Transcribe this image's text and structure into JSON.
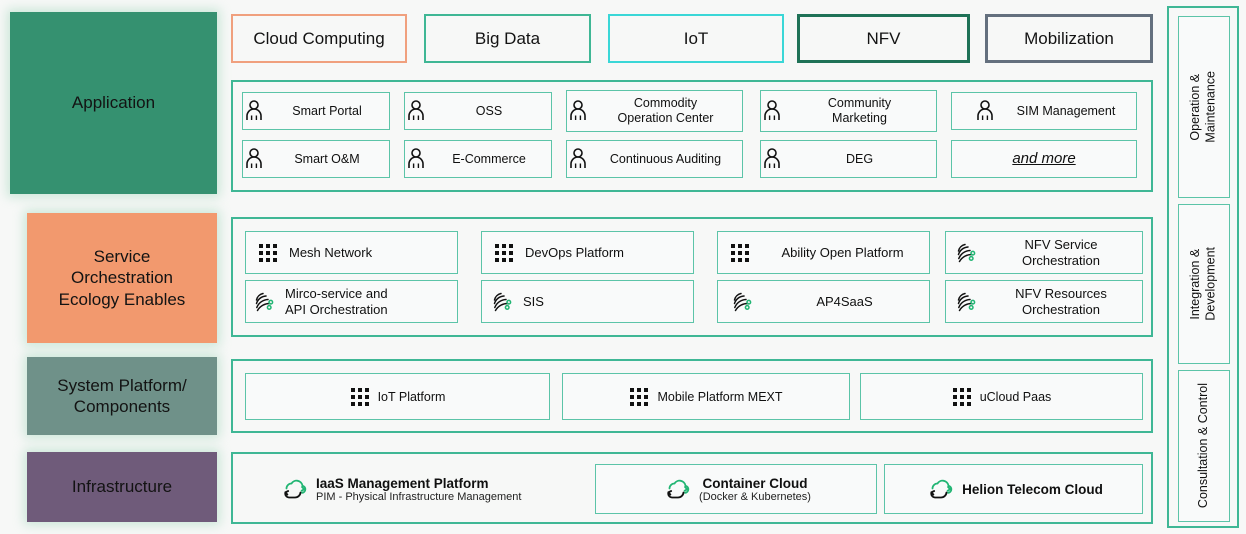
{
  "layers": [
    {
      "name": "application",
      "label": "Application"
    },
    {
      "name": "service-orchestration",
      "label": "Service\nOrchestration\nEcology Enables"
    },
    {
      "name": "system-platform",
      "label": "System Platform/\nComponents"
    },
    {
      "name": "infrastructure",
      "label": "Infrastructure"
    }
  ],
  "domain_chips": [
    {
      "label": "Cloud Computing",
      "color": "#f0a07e"
    },
    {
      "label": "Big Data",
      "color": "#3fb795"
    },
    {
      "label": "IoT",
      "color": "#3ad7d7"
    },
    {
      "label": "NFV",
      "color": "#1f7257"
    },
    {
      "label": "Mobilization",
      "color": "#64707e"
    }
  ],
  "application_items": [
    {
      "label": "Smart Portal",
      "icon": "person-icon"
    },
    {
      "label": "OSS",
      "icon": "person-icon"
    },
    {
      "label": "Commodity\nOperation Center",
      "icon": "person-icon"
    },
    {
      "label": "Community\nMarketing",
      "icon": "person-icon"
    },
    {
      "label": "SIM Management",
      "icon": "person-icon"
    },
    {
      "label": "Smart O&M",
      "icon": "person-icon"
    },
    {
      "label": "E-Commerce",
      "icon": "person-icon"
    },
    {
      "label": "Continuous Auditing",
      "icon": "person-icon"
    },
    {
      "label": "DEG",
      "icon": "person-icon"
    },
    {
      "label": "and more",
      "icon": "none"
    }
  ],
  "service_items": [
    {
      "label": "Mesh Network",
      "icon": "grid-dots-icon"
    },
    {
      "label": "DevOps Platform",
      "icon": "grid-dots-icon"
    },
    {
      "label": "Ability Open Platform",
      "icon": "grid-dots-icon"
    },
    {
      "label": "NFV Service\nOrchestration",
      "icon": "orchestration-icon"
    },
    {
      "label": "Mirco-service and\nAPI Orchestration",
      "icon": "orchestration-icon"
    },
    {
      "label": "SIS",
      "icon": "orchestration-icon"
    },
    {
      "label": "AP4SaaS",
      "icon": "orchestration-icon"
    },
    {
      "label": "NFV Resources\nOrchestration",
      "icon": "orchestration-icon"
    }
  ],
  "system_items": [
    {
      "label": "IoT Platform",
      "icon": "grid-dots-icon"
    },
    {
      "label": "Mobile Platform MEXT",
      "icon": "grid-dots-icon"
    },
    {
      "label": "uCloud Paas",
      "icon": "grid-dots-icon"
    }
  ],
  "infrastructure_items": [
    {
      "title": "IaaS Management Platform",
      "subtitle": "PIM - Physical Infrastructure Management",
      "icon": "cloud-refresh-icon"
    },
    {
      "title": "Container Cloud",
      "subtitle": "(Docker & Kubernetes)",
      "icon": "cloud-refresh-icon"
    },
    {
      "title": "Helion Telecom Cloud",
      "subtitle": "",
      "icon": "cloud-refresh-icon"
    }
  ],
  "rail_items": [
    {
      "label": "Operation &\nMaintenance"
    },
    {
      "label": "Integration &\nDevelopment"
    },
    {
      "label": "Consultation & Control"
    }
  ],
  "colors": {
    "application_bg": "#359170",
    "service_bg": "#f2996e",
    "system_bg": "#6f9189",
    "infrastructure_bg": "#6f5b7a",
    "accent_border": "#3fb795",
    "inner_border": "#5cc4a8",
    "icon_accent": "#21b573"
  }
}
